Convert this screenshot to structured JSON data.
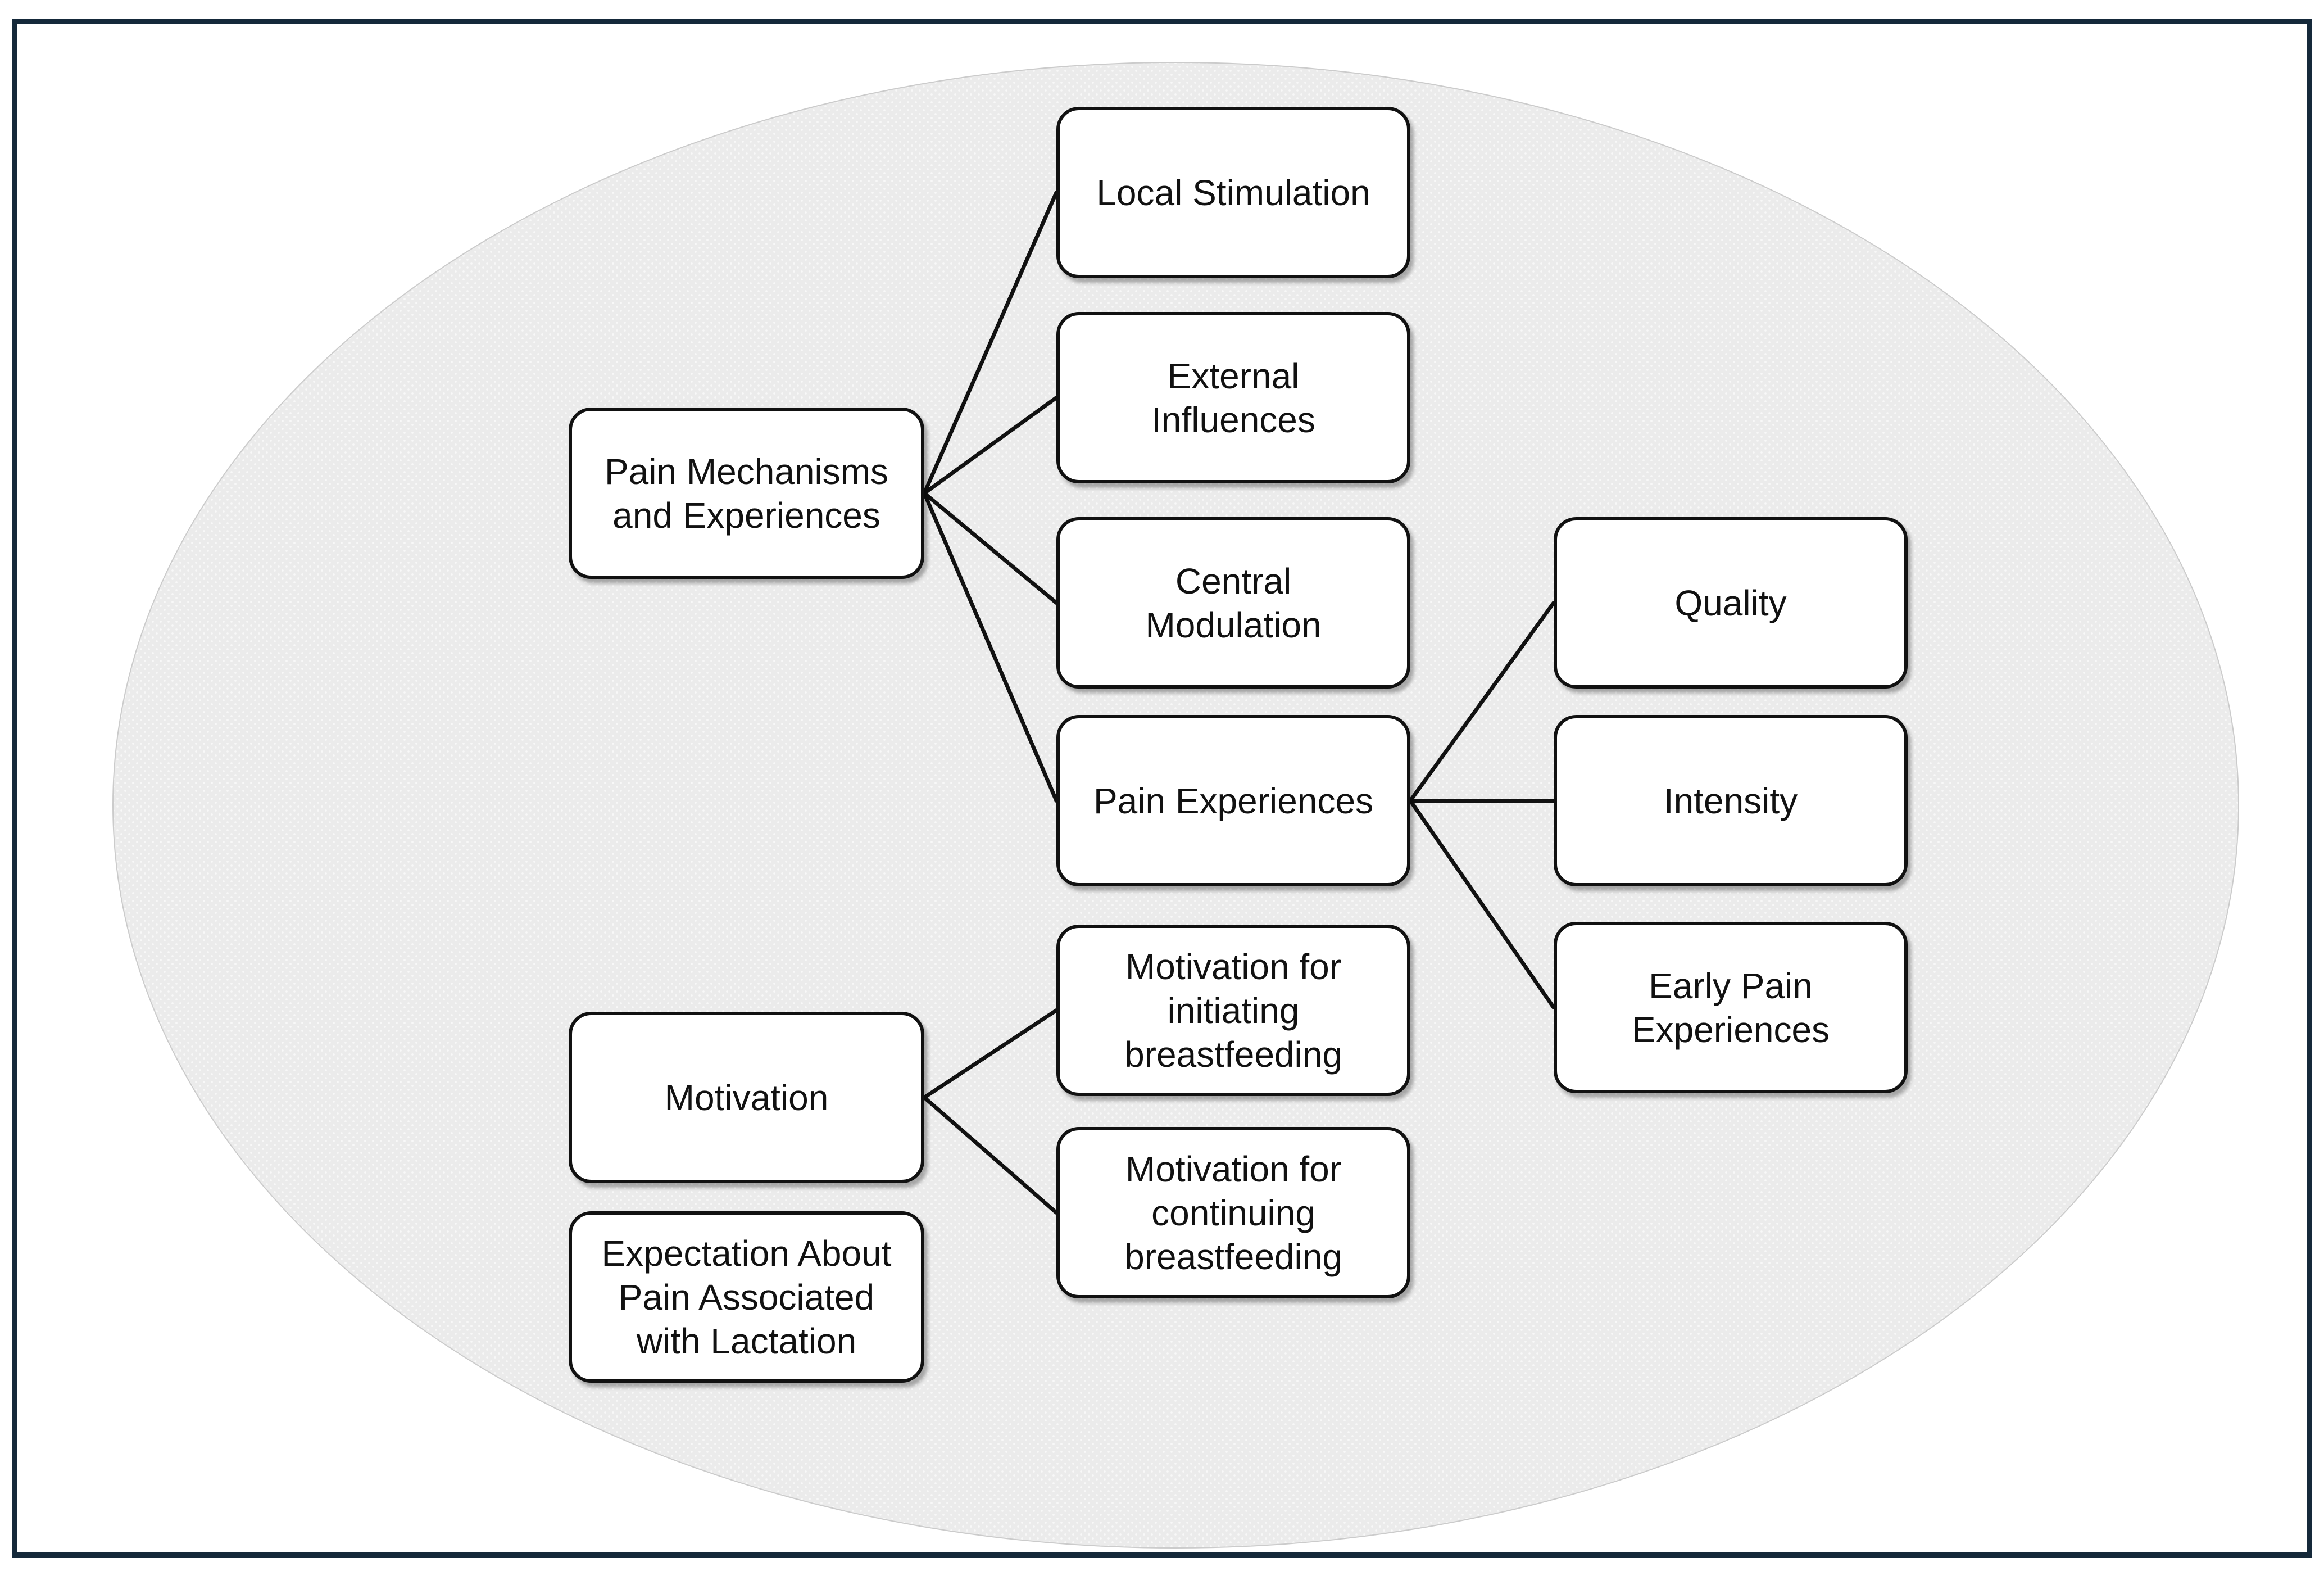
{
  "figure": {
    "type": "concept-map",
    "colors": {
      "frame_border": "#15293a",
      "ellipse_fill": "#ebebeb",
      "ellipse_border": "#cbcbcb",
      "node_fill": "#ffffff",
      "node_border": "#111111",
      "connector_line": "#111111",
      "text": "#111111"
    },
    "nodes": [
      {
        "id": "pain-mechanisms",
        "label": "Pain Mechanisms\nand Experiences"
      },
      {
        "id": "local-stimulation",
        "label": "Local Stimulation"
      },
      {
        "id": "external-influences",
        "label": "External\nInfluences"
      },
      {
        "id": "central-modulation",
        "label": "Central\nModulation"
      },
      {
        "id": "pain-experiences",
        "label": "Pain Experiences"
      },
      {
        "id": "quality",
        "label": "Quality"
      },
      {
        "id": "intensity",
        "label": "Intensity"
      },
      {
        "id": "early-pain-experiences",
        "label": "Early Pain\nExperiences"
      },
      {
        "id": "motivation",
        "label": "Motivation"
      },
      {
        "id": "motivation-initiating",
        "label": "Motivation for\ninitiating\nbreastfeeding"
      },
      {
        "id": "motivation-continuing",
        "label": "Motivation for\ncontinuing\nbreastfeeding"
      },
      {
        "id": "expectation",
        "label": "Expectation About\nPain Associated\nwith Lactation"
      }
    ],
    "edges": [
      {
        "from": "pain-mechanisms",
        "to": "local-stimulation"
      },
      {
        "from": "pain-mechanisms",
        "to": "external-influences"
      },
      {
        "from": "pain-mechanisms",
        "to": "central-modulation"
      },
      {
        "from": "pain-mechanisms",
        "to": "pain-experiences"
      },
      {
        "from": "pain-experiences",
        "to": "quality"
      },
      {
        "from": "pain-experiences",
        "to": "intensity"
      },
      {
        "from": "pain-experiences",
        "to": "early-pain-experiences"
      },
      {
        "from": "motivation",
        "to": "motivation-initiating"
      },
      {
        "from": "motivation",
        "to": "motivation-continuing"
      }
    ]
  }
}
